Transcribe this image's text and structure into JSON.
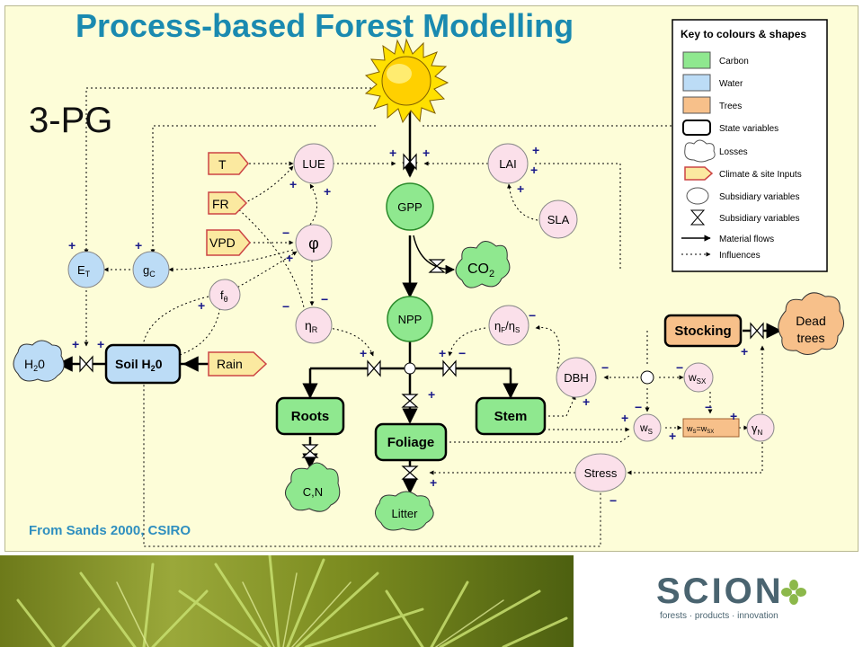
{
  "title": "Process-based Forest Modelling",
  "subtitle": "3-PG",
  "credit": "From Sands 2000, CSIRO",
  "colors": {
    "carbon": "#8fe88f",
    "water": "#bcdcf6",
    "trees": "#f7c08a",
    "subsidiary": "#fbe0ea",
    "title": "#1a8ab0",
    "panel": "#fdfdd8"
  },
  "key": {
    "heading": "Key to colours & shapes",
    "items": [
      {
        "label": "Carbon",
        "icon": "carbon-swatch-icon"
      },
      {
        "label": "Water",
        "icon": "water-swatch-icon"
      },
      {
        "label": "Trees",
        "icon": "trees-swatch-icon"
      },
      {
        "label": "State variables",
        "icon": "state-variable-icon"
      },
      {
        "label": "Losses",
        "icon": "cloud-icon"
      },
      {
        "label": "Climate & site Inputs",
        "icon": "input-pentagon-icon"
      },
      {
        "label": "Subsidiary variables",
        "icon": "ellipse-icon"
      },
      {
        "label": "Subsidiary variables",
        "icon": "valve-icon"
      },
      {
        "label": "Material flows",
        "icon": "solid-arrow-icon"
      },
      {
        "label": "Influences",
        "icon": "dotted-arrow-icon"
      }
    ]
  },
  "nodes": {
    "lue": "LUE",
    "lai": "LAI",
    "gpp": "GPP",
    "sla": "SLA",
    "npp": "NPP",
    "t": "T",
    "fr": "FR",
    "vpd": "VPD",
    "rain": "Rain",
    "phi": "φ",
    "f_theta": "f",
    "f_theta_sub": "θ",
    "eta_r": "η",
    "eta_r_sub": "R",
    "eta_f": "η",
    "eta_f_sub": "F",
    "eta_slash": "/η",
    "eta_s_sub": "S",
    "et": "E",
    "et_sub": "T",
    "gc": "g",
    "gc_sub": "C",
    "h2o": "H",
    "h2o_sub": "2",
    "h2o_tail": "0",
    "soil": "Soil H",
    "soil_sub": "2",
    "soil_tail": "0",
    "co2": "CO",
    "co2_sub": "2",
    "roots": "Roots",
    "stem": "Stem",
    "foliage": "Foliage",
    "stocking": "Stocking",
    "dead1": "Dead",
    "dead2": "trees",
    "litter": "Litter",
    "cn": "C,N",
    "dbh": "DBH",
    "stress": "Stress",
    "wsx": "w",
    "wsx_sub": "SX",
    "ws": "w",
    "ws_sub": "S",
    "wsbox": "w",
    "wsbox_sub1": "S",
    "wsbox_mid": "=w",
    "wsbox_sub2": "SX",
    "gamma": "γ",
    "gamma_sub": "N"
  },
  "logo": {
    "word": "SCION",
    "tagline": "forests · products · innovation"
  }
}
